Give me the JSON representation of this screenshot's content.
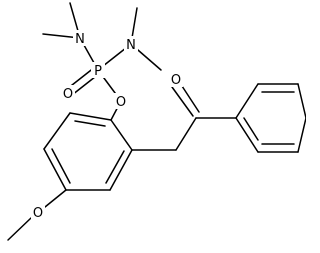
{
  "molecule": {
    "atoms": {
      "n1": "N",
      "n2": "N",
      "p": "P",
      "o_phosphoryl": "O",
      "o_ester": "O",
      "o_ketone": "O",
      "o_methoxy": "O"
    }
  }
}
